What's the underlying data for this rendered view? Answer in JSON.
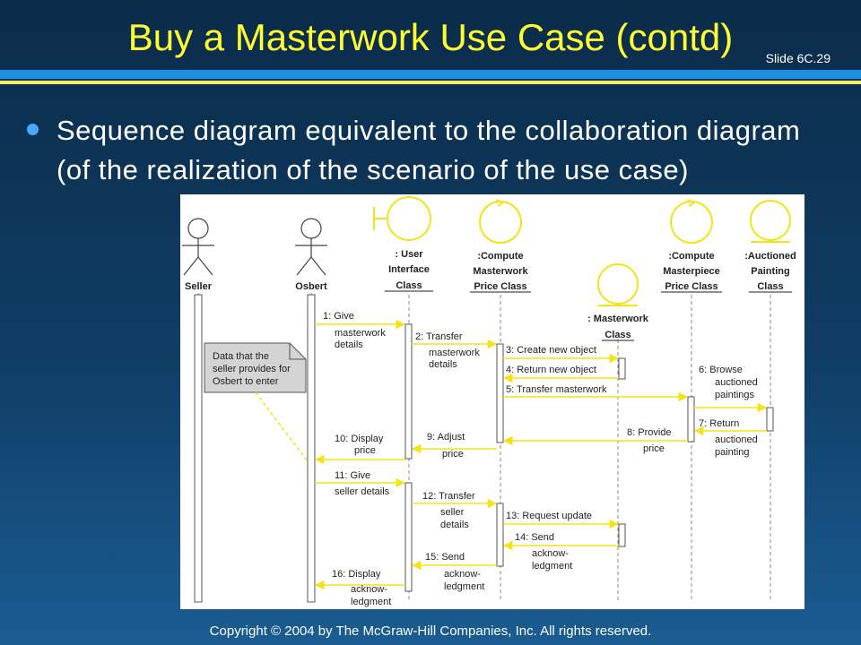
{
  "slide": {
    "title": "Buy a Masterwork Use Case (contd)",
    "slide_number": "Slide 6C.29",
    "bullet": "Sequence diagram equivalent to the collaboration diagram (of the realization of the scenario of the use case)",
    "footer": "Copyright © 2004 by The McGraw-Hill Companies, Inc.  All rights reserved."
  },
  "colors": {
    "title": "#ffff33",
    "accent_blue": "#1d8fe0",
    "accent_yellow": "#f4f06a",
    "diagram_yellow": "#f2e417",
    "background_top": "#0b2c4a",
    "background_bottom": "#1a5c92"
  },
  "diagram": {
    "actors": {
      "seller": "Seller",
      "osbert": "Osbert"
    },
    "objects": {
      "ui": [
        ": User",
        "Interface",
        "Class"
      ],
      "compute_mw": [
        ":Compute",
        "Masterwork",
        "Price Class"
      ],
      "masterwork": [
        ": Masterwork",
        "Class"
      ],
      "compute_mp": [
        ":Compute",
        "Masterpiece",
        "Price Class"
      ],
      "auctioned": [
        ":Auctioned",
        "Painting",
        "Class"
      ]
    },
    "note": [
      "Data that the",
      "seller provides for",
      "Osbert to enter"
    ],
    "messages": {
      "m1": [
        "1: Give",
        "masterwork",
        "details"
      ],
      "m2": [
        "2:  Transfer",
        "masterwork",
        "details"
      ],
      "m3": [
        "3:  Create new object"
      ],
      "m4": [
        "4:  Return new object"
      ],
      "m5": [
        "5:  Transfer masterwork"
      ],
      "m6": [
        "6:  Browse",
        "auctioned",
        "paintings"
      ],
      "m7": [
        "7:  Return",
        "auctioned",
        "painting"
      ],
      "m8": [
        "8:  Provide",
        "price"
      ],
      "m9": [
        "9:  Adjust",
        "price"
      ],
      "m10": [
        "10:  Display",
        "price"
      ],
      "m11": [
        "11:  Give",
        "seller details"
      ],
      "m12": [
        "12: Transfer",
        "seller",
        "details"
      ],
      "m13": [
        "13: Request update"
      ],
      "m14": [
        "14:  Send",
        "acknow-",
        "ledgment"
      ],
      "m15": [
        "15:  Send",
        "acknow-",
        "ledgment"
      ],
      "m16": [
        "16: Display",
        "acknow-",
        "ledgment"
      ]
    }
  }
}
